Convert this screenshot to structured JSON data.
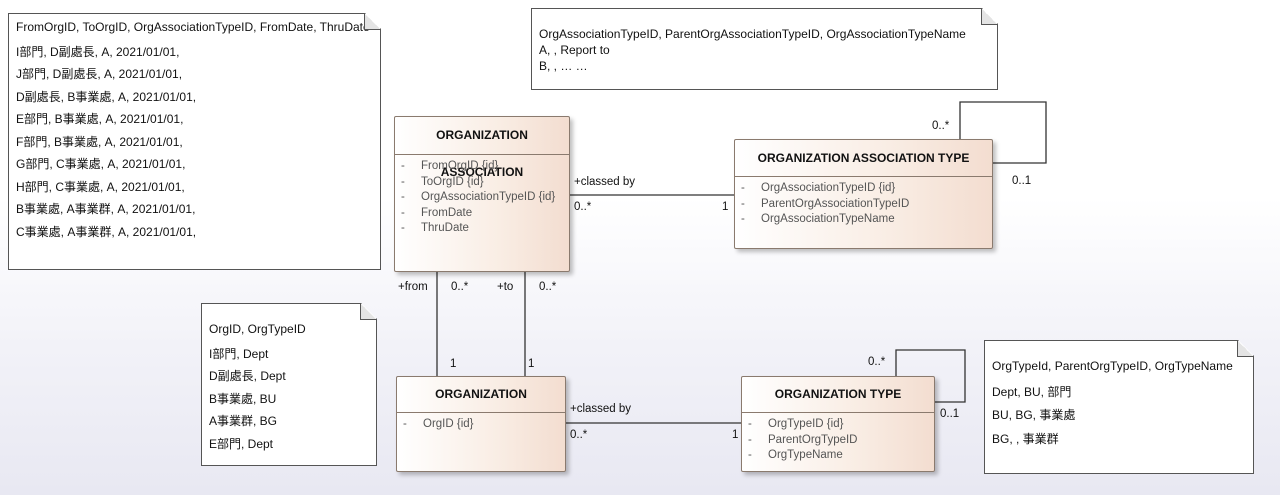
{
  "notes": {
    "association_data": {
      "lines": [
        "FromOrgID, ToOrgID, OrgAssociationTypeID, FromDate, ThruDate",
        "I部門, D副處長, A, 2021/01/01,",
        "J部門, D副處長, A, 2021/01/01,",
        "D副處長, B事業處, A, 2021/01/01,",
        "E部門, B事業處, A, 2021/01/01,",
        "F部門, B事業處, A, 2021/01/01,",
        "G部門, C事業處, A, 2021/01/01,",
        "H部門, C事業處, A, 2021/01/01,",
        "B事業處, A事業群, A, 2021/01/01,",
        "C事業處, A事業群, A, 2021/01/01,"
      ]
    },
    "association_type_data": {
      "lines": [
        "OrgAssociationTypeID, ParentOrgAssociationTypeID, OrgAssociationTypeName",
        "A, , Report to",
        "B, ,   … …"
      ]
    },
    "organization_data": {
      "lines": [
        "OrgID, OrgTypeID",
        "I部門, Dept",
        "D副處長, Dept",
        "B事業處, BU",
        "A事業群, BG",
        "E部門, Dept"
      ]
    },
    "org_type_data": {
      "lines": [
        "OrgTypeId, ParentOrgTypeID, OrgTypeName",
        "Dept, BU, 部門",
        "BU, BG, 事業處",
        "BG,  , 事業群"
      ]
    }
  },
  "classes": {
    "org_association": {
      "name": "ORGANIZATION ASSOCIATION",
      "attributes": [
        "FromOrgID {id}",
        "ToOrgID {id}",
        "OrgAssociationTypeID {id}",
        "FromDate",
        "ThruDate"
      ]
    },
    "org_association_type": {
      "name": "ORGANIZATION ASSOCIATION TYPE",
      "attributes": [
        "OrgAssociationTypeID {id}",
        "ParentOrgAssociationTypeID",
        "OrgAssociationTypeName"
      ]
    },
    "organization": {
      "name": "ORGANIZATION",
      "attributes": [
        "OrgID {id}"
      ]
    },
    "org_type": {
      "name": "ORGANIZATION TYPE",
      "attributes": [
        "OrgTypeID {id}",
        "ParentOrgTypeID",
        "OrgTypeName"
      ]
    }
  },
  "attr_dash": "-",
  "labels": {
    "assoc_classed_by": "+classed by",
    "assoc_classed_by_mult_left": "0..*",
    "assoc_classed_by_mult_right": "1",
    "assoc_type_self_mult_top": "0..*",
    "assoc_type_self_mult_right": "0..1",
    "from_role": "+from",
    "from_mult_top": "0..*",
    "from_mult_bottom": "1",
    "to_role": "+to",
    "to_mult_top": "0..*",
    "to_mult_bottom": "1",
    "org_classed_by": "+classed by",
    "org_classed_by_mult_left": "0..*",
    "org_classed_by_mult_right": "1",
    "org_type_self_mult_top": "0..*",
    "org_type_self_mult_right": "0..1"
  }
}
